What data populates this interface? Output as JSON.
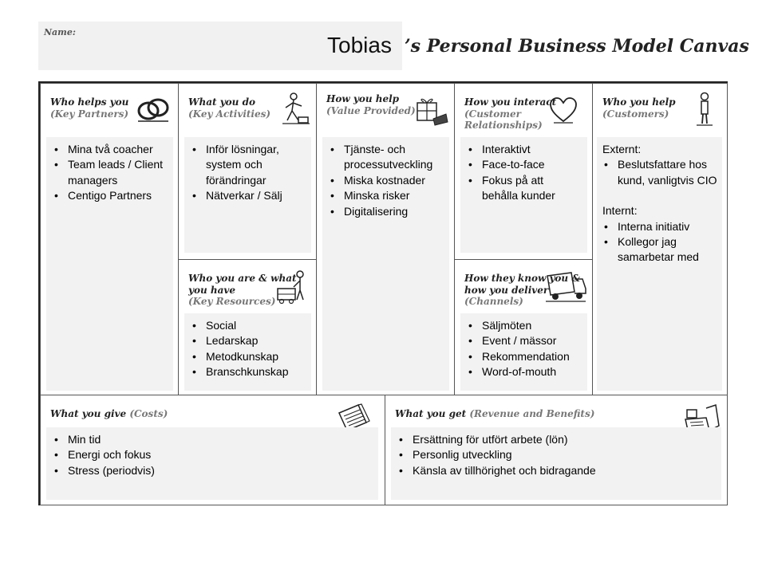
{
  "header": {
    "name_label": "Name:",
    "name_value": "Tobias",
    "canvas_title": "’s Personal Business Model Canvas"
  },
  "key_partners": {
    "title": "Who helps you",
    "subtitle": "(Key Partners)",
    "icon": "rings-icon",
    "items": [
      "Mina två coacher",
      "Team leads / Client managers",
      "Centigo Partners"
    ]
  },
  "key_activities": {
    "title": "What you do",
    "subtitle": "(Key Activities)",
    "icon": "worker-icon",
    "items": [
      "Inför lösningar, system och förändringar",
      "Nätverkar / Sälj"
    ]
  },
  "key_resources": {
    "title": "Who you are & what you have",
    "subtitle": "(Key Resources)",
    "icon": "person-with-crate-icon",
    "items": [
      "Social",
      "Ledarskap",
      "Metodkunskap",
      "Branschkunskap"
    ]
  },
  "value_provided": {
    "title": "How you help",
    "subtitle": "(Value Provided)",
    "icon": "gift-icon",
    "items": [
      "Tjänste- och processutveckling",
      "Miska kostnader",
      "Minska risker",
      "Digitalisering"
    ]
  },
  "customer_relationships": {
    "title": "How you interact",
    "subtitle": "(Customer Relationships)",
    "icon": "heart-icon",
    "items": [
      "Interaktivt",
      "Face-to-face",
      "Fokus på att behålla kunder"
    ]
  },
  "channels": {
    "title": "How they know you & how you deliver",
    "subtitle": "(Channels)",
    "icon": "truck-icon",
    "items": [
      "Säljmöten",
      "Event / mässor",
      "Rekommendation",
      "Word-of-mouth"
    ]
  },
  "customers": {
    "title": "Who you help",
    "subtitle": "(Customers)",
    "icon": "standing-person-icon",
    "external_heading": "Externt:",
    "external_items": [
      "Beslutsfattare hos kund, vanligtvis CIO"
    ],
    "internal_heading": "Internt:",
    "internal_items": [
      "Interna initiativ",
      "Kollegor jag samarbetar med"
    ]
  },
  "costs": {
    "title": "What you give",
    "subtitle": "(Costs)",
    "icon": "documents-icon",
    "items": [
      "Min tid",
      "Energi och fokus",
      "Stress (periodvis)"
    ]
  },
  "revenue": {
    "title": "What you get",
    "subtitle": "(Revenue and Benefits)",
    "icon": "cash-register-icon",
    "items": [
      "Ersättning för utfört arbete (lön)",
      "Personlig utveckling",
      "Känsla av tillhörighet och bidragande"
    ]
  }
}
